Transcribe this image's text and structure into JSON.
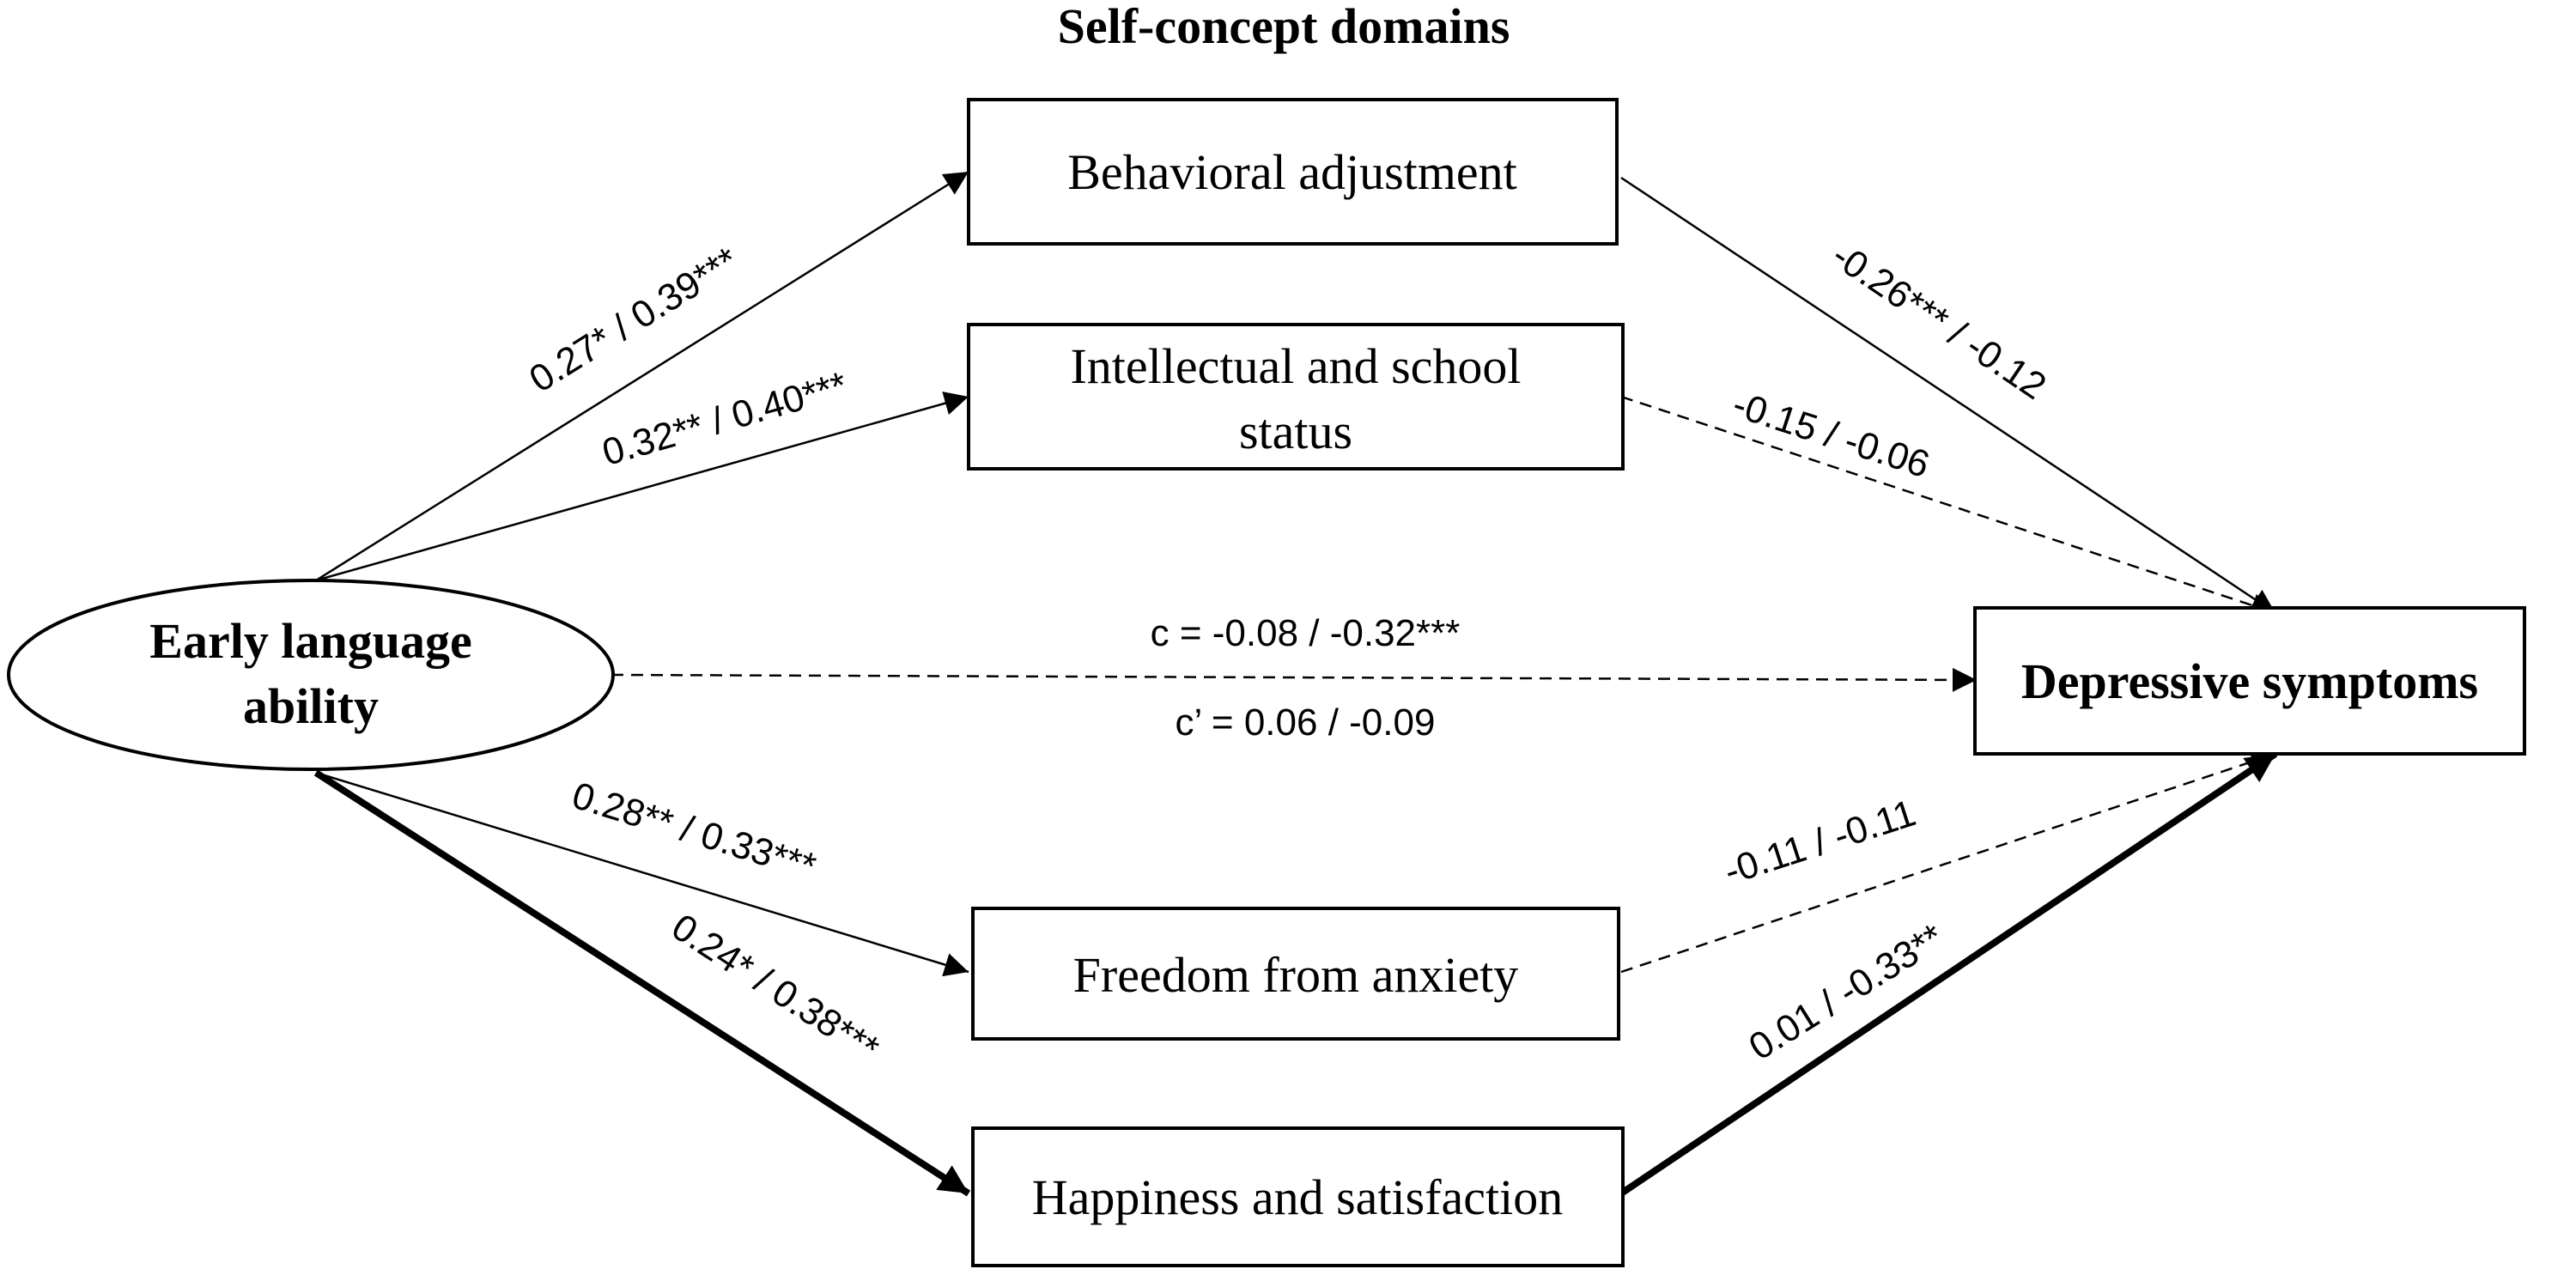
{
  "heading": "Self-concept domains",
  "nodes": {
    "predictor": {
      "line1": "Early language",
      "line2": "ability"
    },
    "outcome": "Depressive symptoms",
    "behavioral": "Behavioral adjustment",
    "intellectual": {
      "line1": "Intellectual and school",
      "line2": "status"
    },
    "anxiety": "Freedom from anxiety",
    "happiness": "Happiness and satisfaction"
  },
  "paths": {
    "a_behavioral": "0.27* / 0.39***",
    "a_intellectual": "0.32** / 0.40***",
    "a_anxiety": "0.28** / 0.33***",
    "a_happiness": "0.24* / 0.38***",
    "b_behavioral": "-0.26*** / -0.12",
    "b_intellectual": "-0.15 / -0.06",
    "b_anxiety": "-0.11 / -0.11",
    "b_happiness": "0.01 / -0.33**",
    "total_effect": "c = -0.08 / -0.32***",
    "direct_effect": "c’ = 0.06 / -0.09"
  }
}
